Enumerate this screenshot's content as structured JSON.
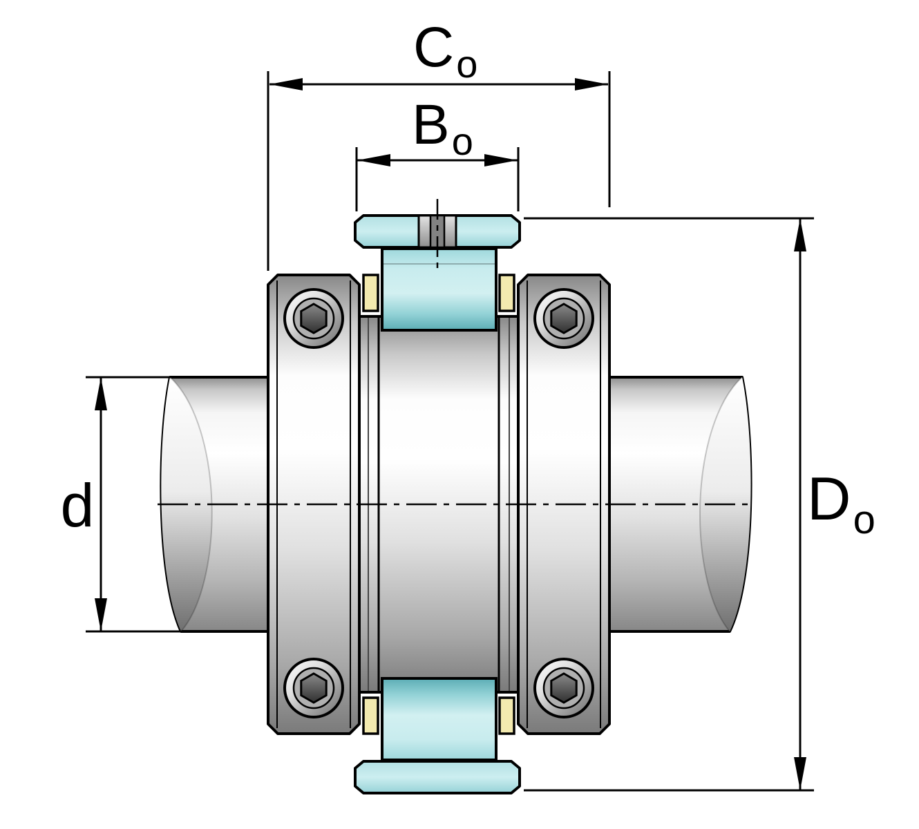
{
  "diagram": {
    "type": "technical-drawing",
    "subject": "rigid shaft coupling cross-section with dimension callouts",
    "dimensions": {
      "c0": {
        "label": "C",
        "sub": "o"
      },
      "b0": {
        "label": "B",
        "sub": "o"
      },
      "d": {
        "label": "d",
        "sub": ""
      },
      "d0": {
        "label": "D",
        "sub": "o"
      }
    },
    "colors": {
      "background": "#ffffff",
      "outline": "#000000",
      "teal_light": "#cceef0",
      "teal_mid": "#9ed8dc",
      "teal_dark": "#5cadb5",
      "seal_yellow": "#f3eaaf",
      "metal_light": "#ffffff",
      "metal_dark": "#7a7a7a"
    }
  }
}
